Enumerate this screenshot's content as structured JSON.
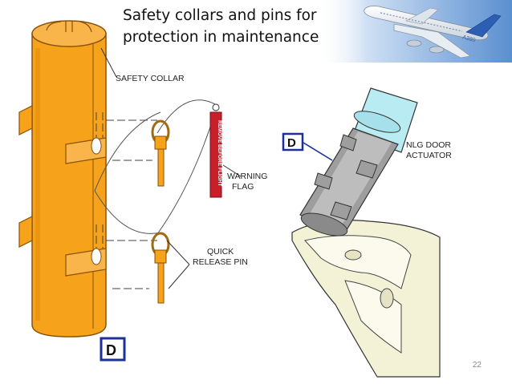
{
  "slide": {
    "title_lines": [
      "Safety collars and pins for",
      "protection in maintenance"
    ],
    "page_number": "22"
  },
  "banner": {
    "aircraft_livery_text": "A380"
  },
  "diagram": {
    "callouts": {
      "safety_collar": "SAFETY COLLAR",
      "warning_flag_line1": "WARNING",
      "warning_flag_line2": "FLAG",
      "quick_release_pin_line1": "QUICK",
      "quick_release_pin_line2": "RELEASE PIN",
      "nlg_door_actuator_line1": "NLG DOOR",
      "nlg_door_actuator_line2": "ACTUATOR",
      "detail_marker_top": "D",
      "detail_marker_bottom": "D",
      "flag_text": "REMOVE BEFORE FLIGHT"
    }
  },
  "colors": {
    "collar_orange": "#F7A21B",
    "collar_outline": "#8a5208",
    "detail_box_blue": "#1d2f9a",
    "flag_red": "#c8202a",
    "actuator_cyan": "#b9ecf2",
    "bracket_yellow": "#f4f2d6",
    "sky_blue": "#5a8fd0"
  }
}
